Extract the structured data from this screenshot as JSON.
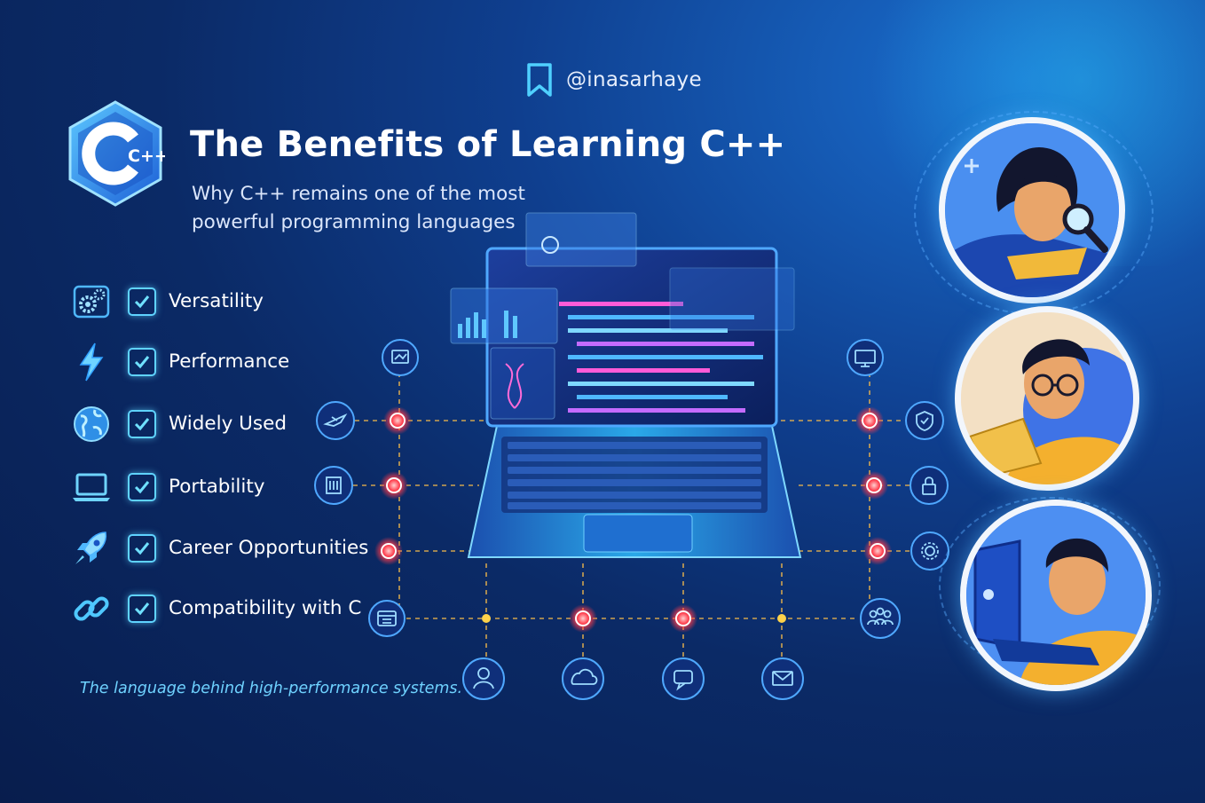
{
  "handle": "@inasarhaye",
  "logo": {
    "text": "C++",
    "icon": "cpp-hexagon-logo"
  },
  "title": "The Benefits of Learning C++",
  "subtitle": "Why C++ remains one of the most powerful programming languages",
  "benefits": [
    {
      "label": "Versatility",
      "icon": "gears-icon"
    },
    {
      "label": "Performance",
      "icon": "lightning-icon"
    },
    {
      "label": "Widely Used",
      "icon": "globe-icon"
    },
    {
      "label": "Portability",
      "icon": "laptop-icon"
    },
    {
      "label": "Career Opportunities",
      "icon": "rocket-icon"
    },
    {
      "label": "Compatibility with C",
      "icon": "link-icon"
    }
  ],
  "tagline": "The language behind high-performance systems.",
  "circuit_icons": [
    "chart-icon",
    "airplane-icon",
    "building-icon",
    "calendar-icon",
    "monitor-icon",
    "shield-icon",
    "lock-icon",
    "gear-icon",
    "group-icon",
    "user-icon",
    "cloud-icon",
    "chat-icon",
    "mail-icon"
  ],
  "people": [
    "woman-with-magnifier",
    "man-with-book",
    "boy-with-laptop"
  ],
  "colors": {
    "accent": "#5fd3ff",
    "node": "#ff3b4a",
    "background": "#0b2a66"
  }
}
